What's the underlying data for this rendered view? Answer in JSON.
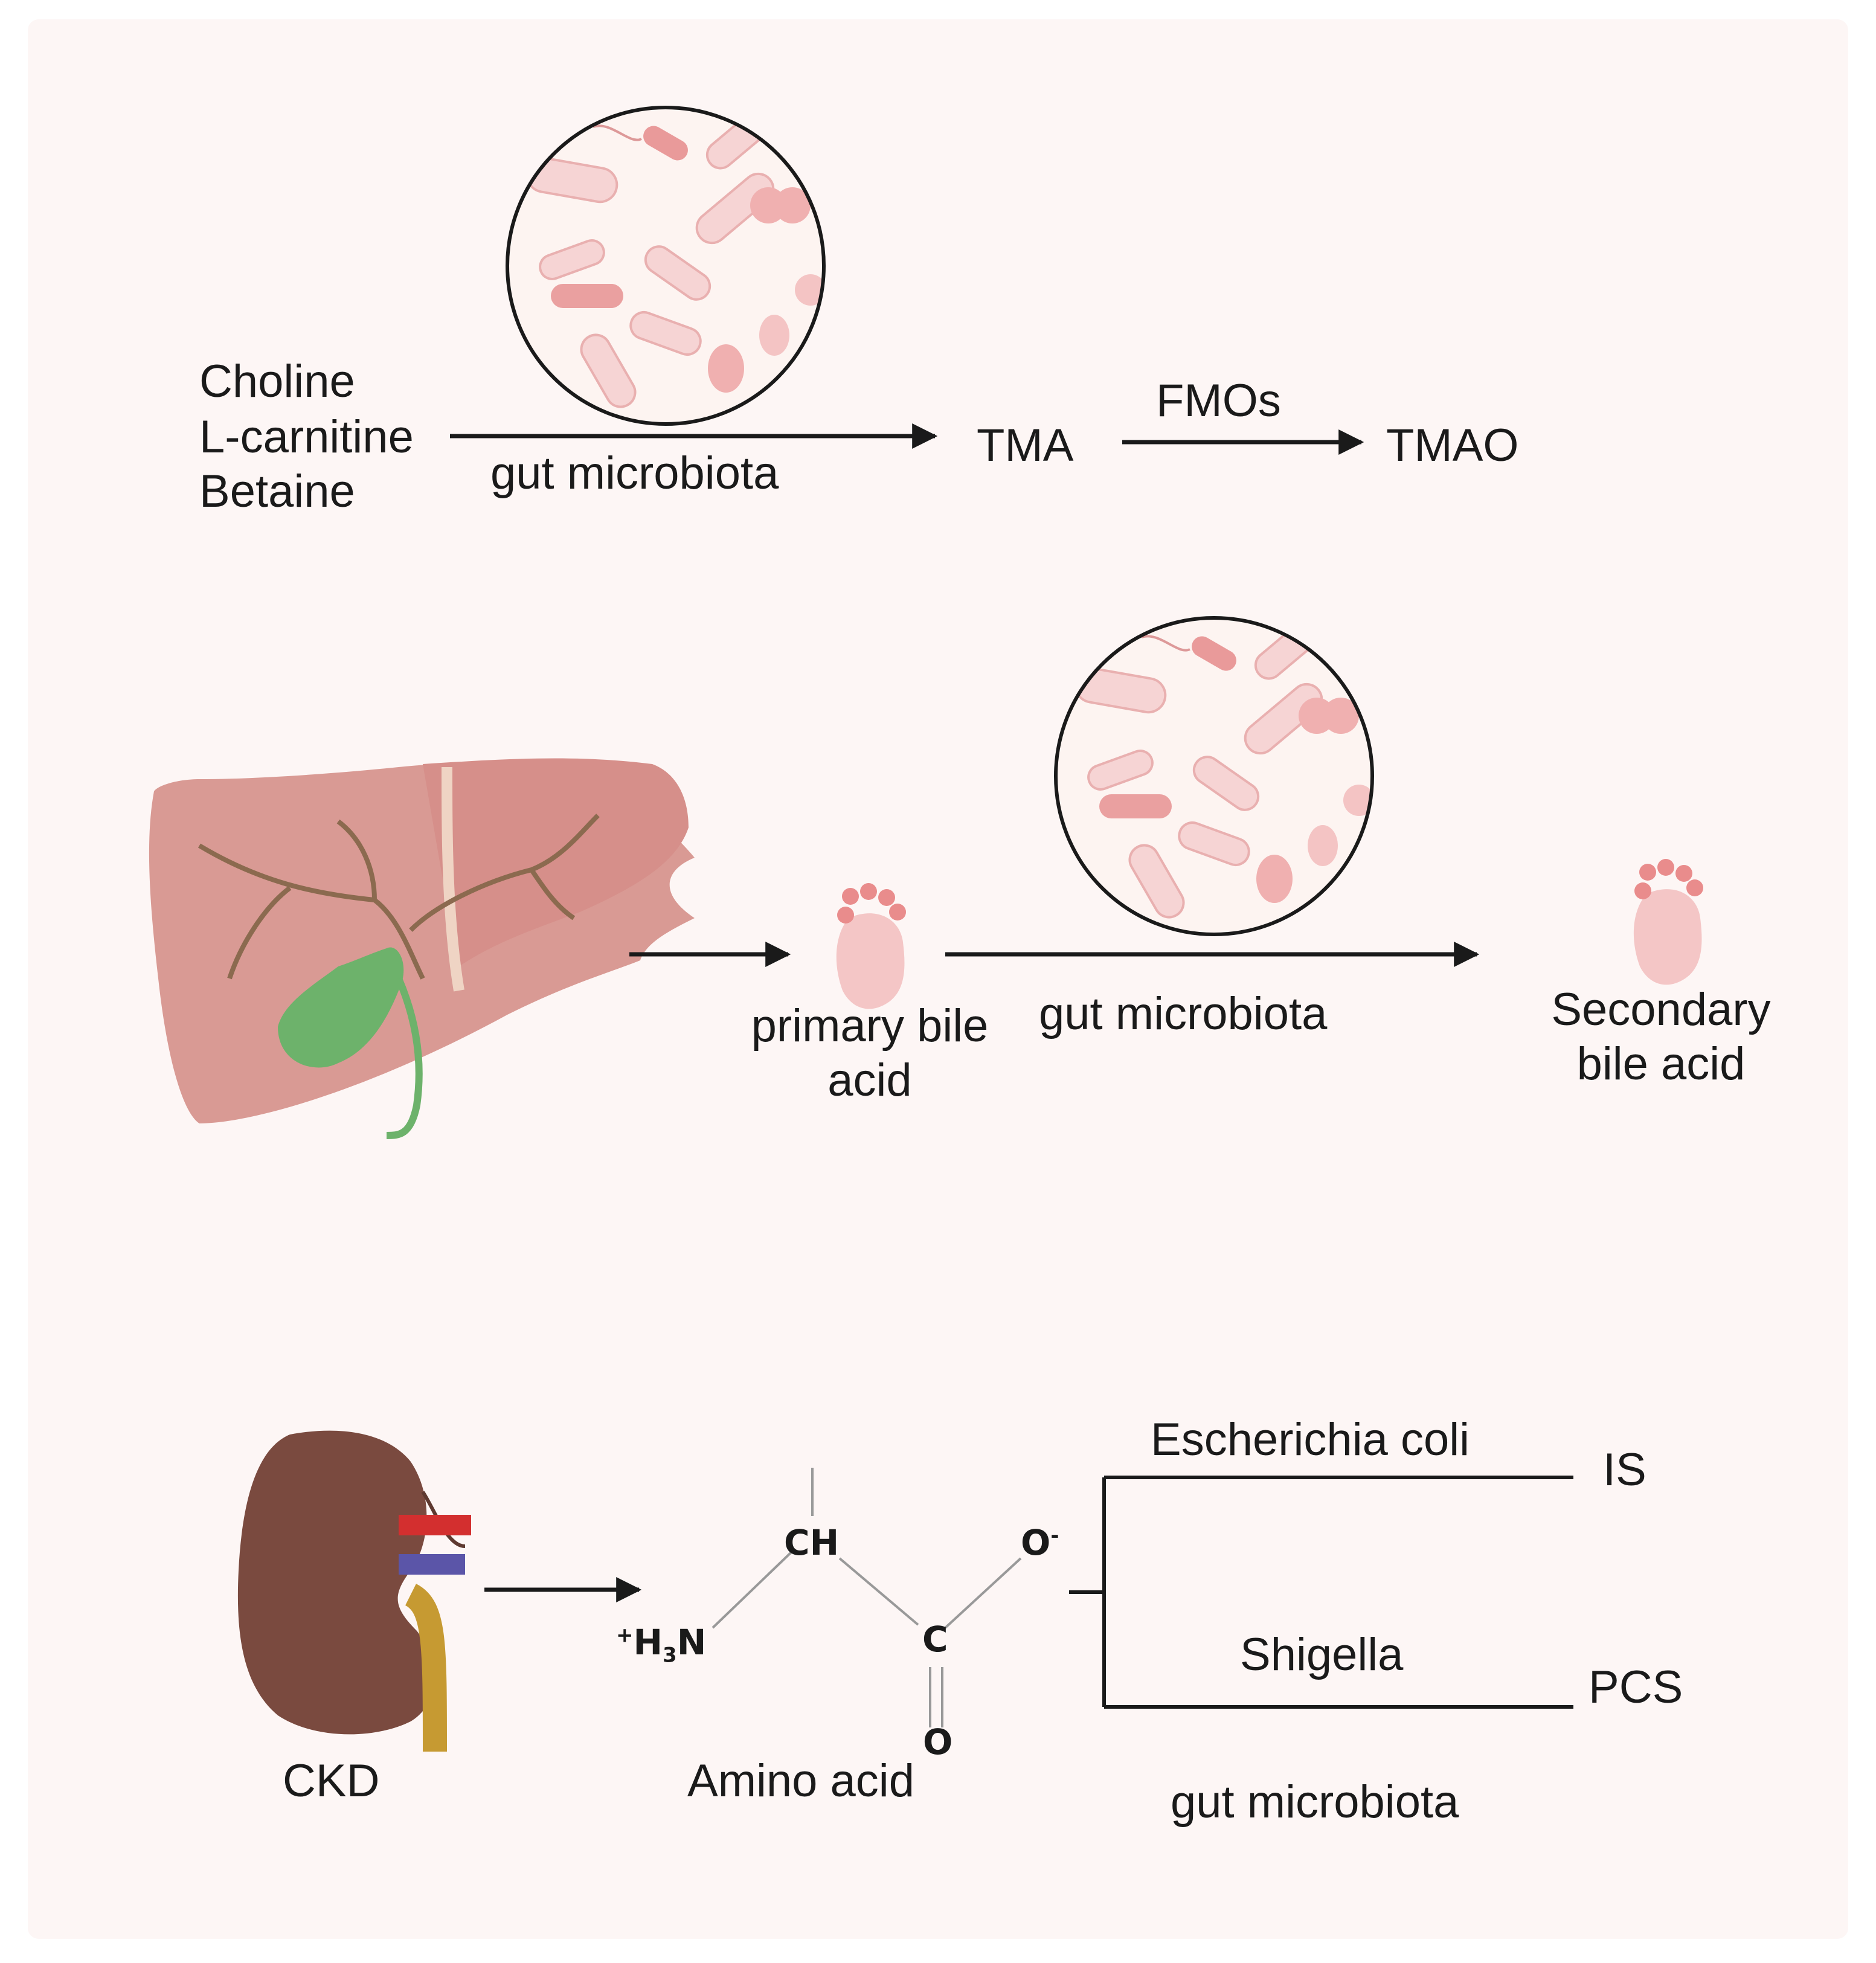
{
  "tma_pathway": {
    "precursors": [
      "Choline",
      "L-carnitine",
      "Betaine"
    ],
    "step1_label": "gut microbiota",
    "intermediate": "TMA",
    "enzyme": "FMOs",
    "product": "TMAO"
  },
  "bile_acid_pathway": {
    "primary": [
      "primary bile",
      "acid"
    ],
    "step_label": "gut microbiota",
    "secondary": [
      "Secondary",
      "bile acid"
    ]
  },
  "ckd_pathway": {
    "organ_label": "CKD",
    "molecule_label": "Amino acid",
    "atoms": {
      "ch": "CH",
      "c": "C",
      "o_minus": "O",
      "o_minus_charge": "-",
      "o_double": "O",
      "amine_plus": "+",
      "amine_h": "H",
      "amine_sub": "3",
      "amine_n": "N"
    },
    "branch_top_bacterium": "Escherichia coli",
    "branch_top_product": "IS",
    "branch_bottom_bacterium": "Shigella",
    "branch_bottom_product": "PCS",
    "group_label": "gut microbiota"
  },
  "colors": {
    "background": "#fdf6f5",
    "arrow": "#1a1a1a",
    "liver": "#d99a94",
    "gallbladder": "#6db26b",
    "kidney": "#7a4a3f",
    "bacteria": "#f1c3c3",
    "bile_acid": "#f0b6b6"
  }
}
